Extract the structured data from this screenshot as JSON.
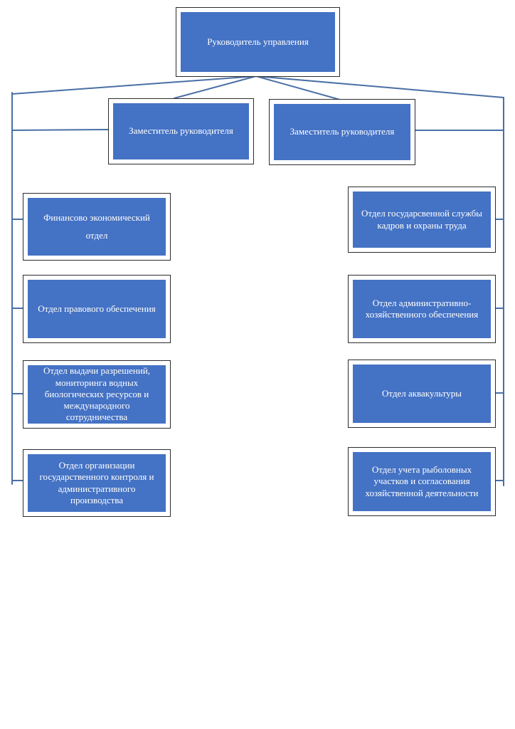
{
  "colors": {
    "box_fill": "#4472c4",
    "connector": "#4a6fa5",
    "frame": "#2b2b2b"
  },
  "head": {
    "label": "Руководитель управления"
  },
  "deputies": [
    {
      "label": "Заместитель руководителя"
    },
    {
      "label": "Заместитель руководителя"
    }
  ],
  "left_departments": [
    {
      "label": "Финансово экономический отдел"
    },
    {
      "label": "Отдел правового обеспечения"
    },
    {
      "label": "Отдел выдачи разрешений, мониторинга водных биологических ресурсов и международного сотрудничества"
    },
    {
      "label": "Отдел организации государственного контроля и административного производства"
    }
  ],
  "right_departments": [
    {
      "label": "Отдел государсвенной службы кадров и охраны труда"
    },
    {
      "label": "Отдел административно-хозяйственного обеспечения"
    },
    {
      "label": "Отдел аквакультуры"
    },
    {
      "label": "Отдел учета рыболовных участков и согласования хозяйственной деятельности"
    }
  ]
}
